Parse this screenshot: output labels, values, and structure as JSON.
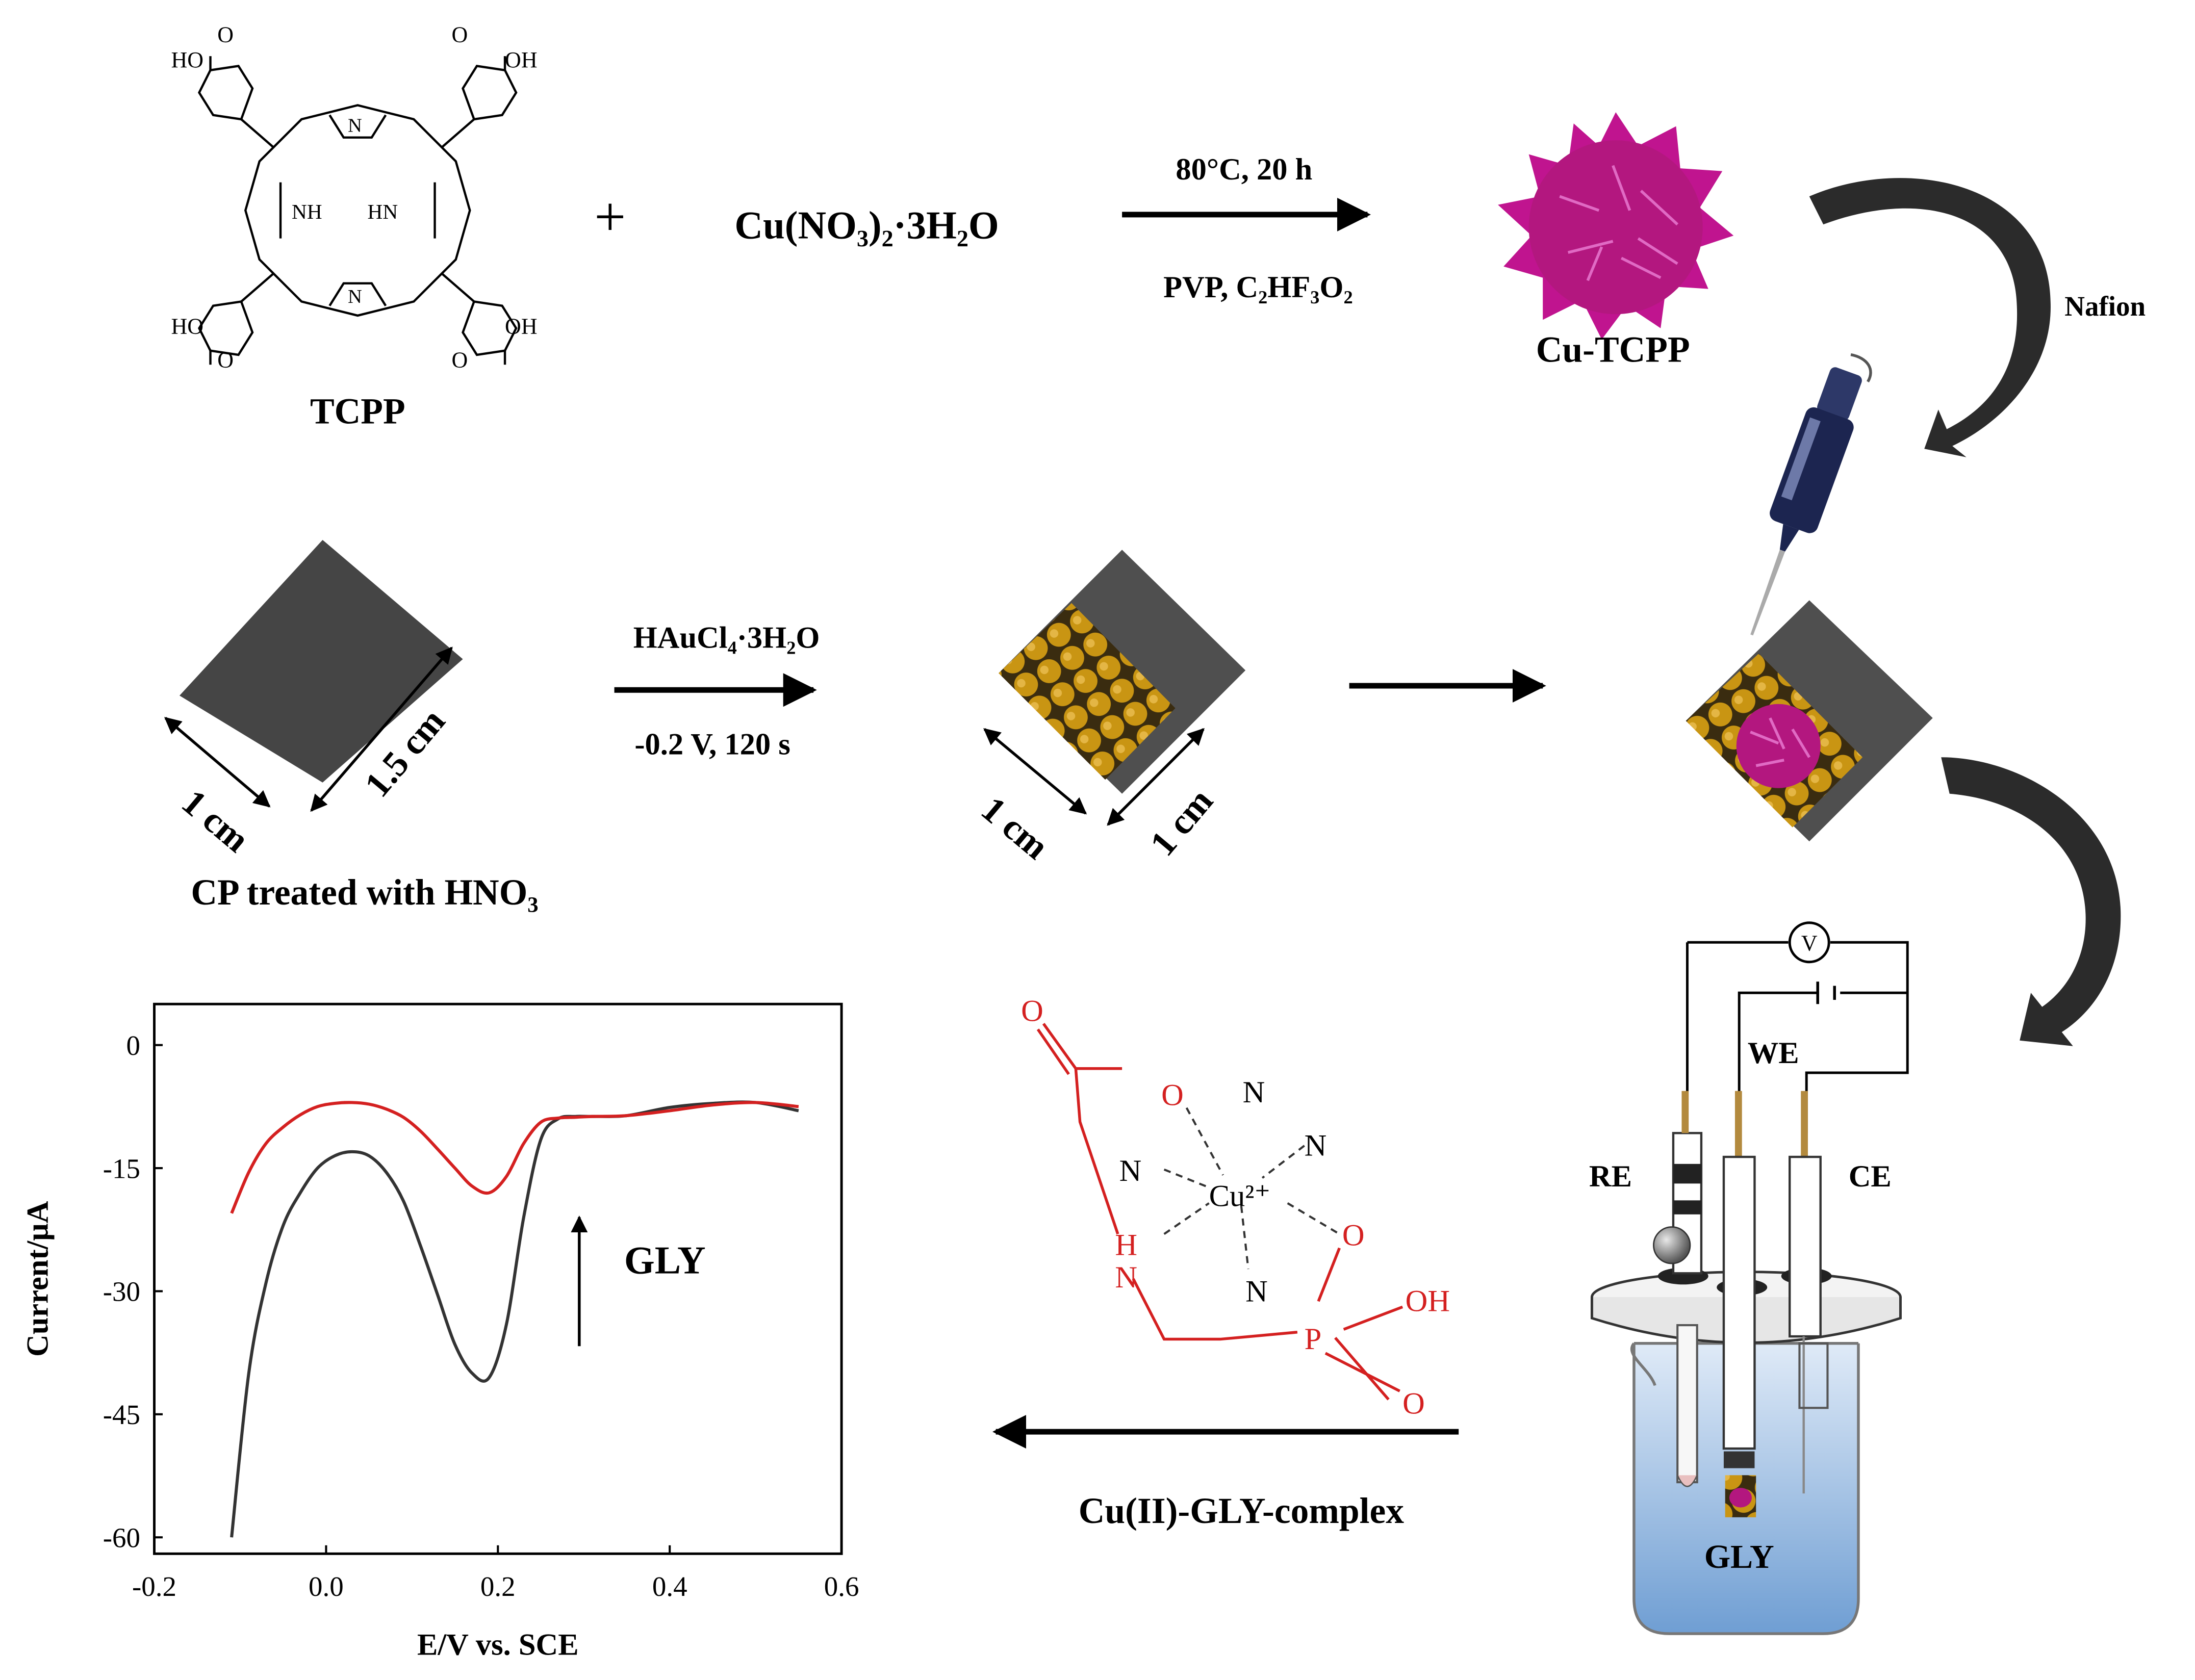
{
  "synthesis": {
    "tcpp_groups": [
      "HO",
      "O",
      "O",
      "OH",
      "HO",
      "O",
      "O",
      "OH"
    ],
    "pyrrole_n": [
      "N",
      "N"
    ],
    "pyrrole_nh": [
      "NH",
      "HN"
    ],
    "tcpp_label": "TCPP",
    "plus": "+",
    "reagent": "Cu(NO₃)₂·3H₂O",
    "condition_top": "80°C,  20 h",
    "condition_bottom": "PVP,  C₂HF₃O₂",
    "product_label": "Cu-TCPP",
    "nafion_label": "Nafion"
  },
  "electrode": {
    "cp_width": "1 cm",
    "cp_length": "1.5 cm",
    "cp_label": "CP treated with HNO₃",
    "deposition_reagent": "HAuCl₄·3H₂O",
    "deposition_condition": "-0.2 V, 120 s",
    "au_width": "1 cm",
    "au_length": "1 cm"
  },
  "cell": {
    "voltmeter": "V",
    "re_label": "RE",
    "we_label": "WE",
    "ce_label": "CE",
    "solution_label": "GLY"
  },
  "complex": {
    "atoms": {
      "o_carbonyl": "O",
      "o_carboxyl": "O",
      "n_top1": "N",
      "n_top2": "N",
      "n_left": "N",
      "cu_center": "Cu²⁺",
      "h_amine": "H",
      "n_amine": "N",
      "o_phos": "O",
      "n_bottom": "N",
      "p_atom": "P",
      "oh_phos": "OH",
      "o_double": "O"
    },
    "label": "Cu(II)-GLY-complex"
  },
  "chart_data": {
    "type": "line",
    "xlabel": "E/V vs. SCE",
    "ylabel": "Current/μA",
    "xlim": [
      -0.2,
      0.6
    ],
    "ylim": [
      -62,
      5
    ],
    "x_ticks": [
      -0.2,
      0.0,
      0.2,
      0.4,
      0.6
    ],
    "y_ticks": [
      0,
      -15,
      -30,
      -45,
      -60
    ],
    "x_tick_labels": [
      "-0.2",
      "0.0",
      "0.2",
      "0.4",
      "0.6"
    ],
    "y_tick_labels": [
      "0",
      "-15",
      "-30",
      "-45",
      "-60"
    ],
    "annotation": "GLY",
    "series": [
      {
        "color": "#333333",
        "x": [
          -0.11,
          -0.09,
          -0.07,
          -0.05,
          -0.03,
          -0.01,
          0.01,
          0.03,
          0.05,
          0.07,
          0.09,
          0.11,
          0.13,
          0.15,
          0.17,
          0.19,
          0.21,
          0.23,
          0.25,
          0.27,
          0.29,
          0.31,
          0.35,
          0.4,
          0.45,
          0.5,
          0.55
        ],
        "y": [
          -60,
          -40,
          -29,
          -22,
          -18,
          -15,
          -13.5,
          -13,
          -13.5,
          -15.5,
          -19,
          -24.5,
          -30.5,
          -36.5,
          -40,
          -40.5,
          -34,
          -21,
          -11.5,
          -9,
          -8.7,
          -8.7,
          -8.6,
          -7.6,
          -7.1,
          -7,
          -8
        ]
      },
      {
        "color": "#d42020",
        "x": [
          -0.11,
          -0.09,
          -0.07,
          -0.05,
          -0.03,
          -0.01,
          0.01,
          0.03,
          0.05,
          0.07,
          0.09,
          0.11,
          0.13,
          0.15,
          0.17,
          0.19,
          0.21,
          0.23,
          0.25,
          0.27,
          0.29,
          0.31,
          0.35,
          0.4,
          0.45,
          0.5,
          0.55
        ],
        "y": [
          -20.5,
          -15.5,
          -12,
          -10,
          -8.5,
          -7.5,
          -7.1,
          -7,
          -7.2,
          -7.8,
          -8.8,
          -10.5,
          -12.7,
          -15,
          -17.2,
          -18,
          -16,
          -12,
          -9.4,
          -8.9,
          -8.8,
          -8.7,
          -8.6,
          -8,
          -7.3,
          -7,
          -7.5
        ]
      }
    ]
  }
}
